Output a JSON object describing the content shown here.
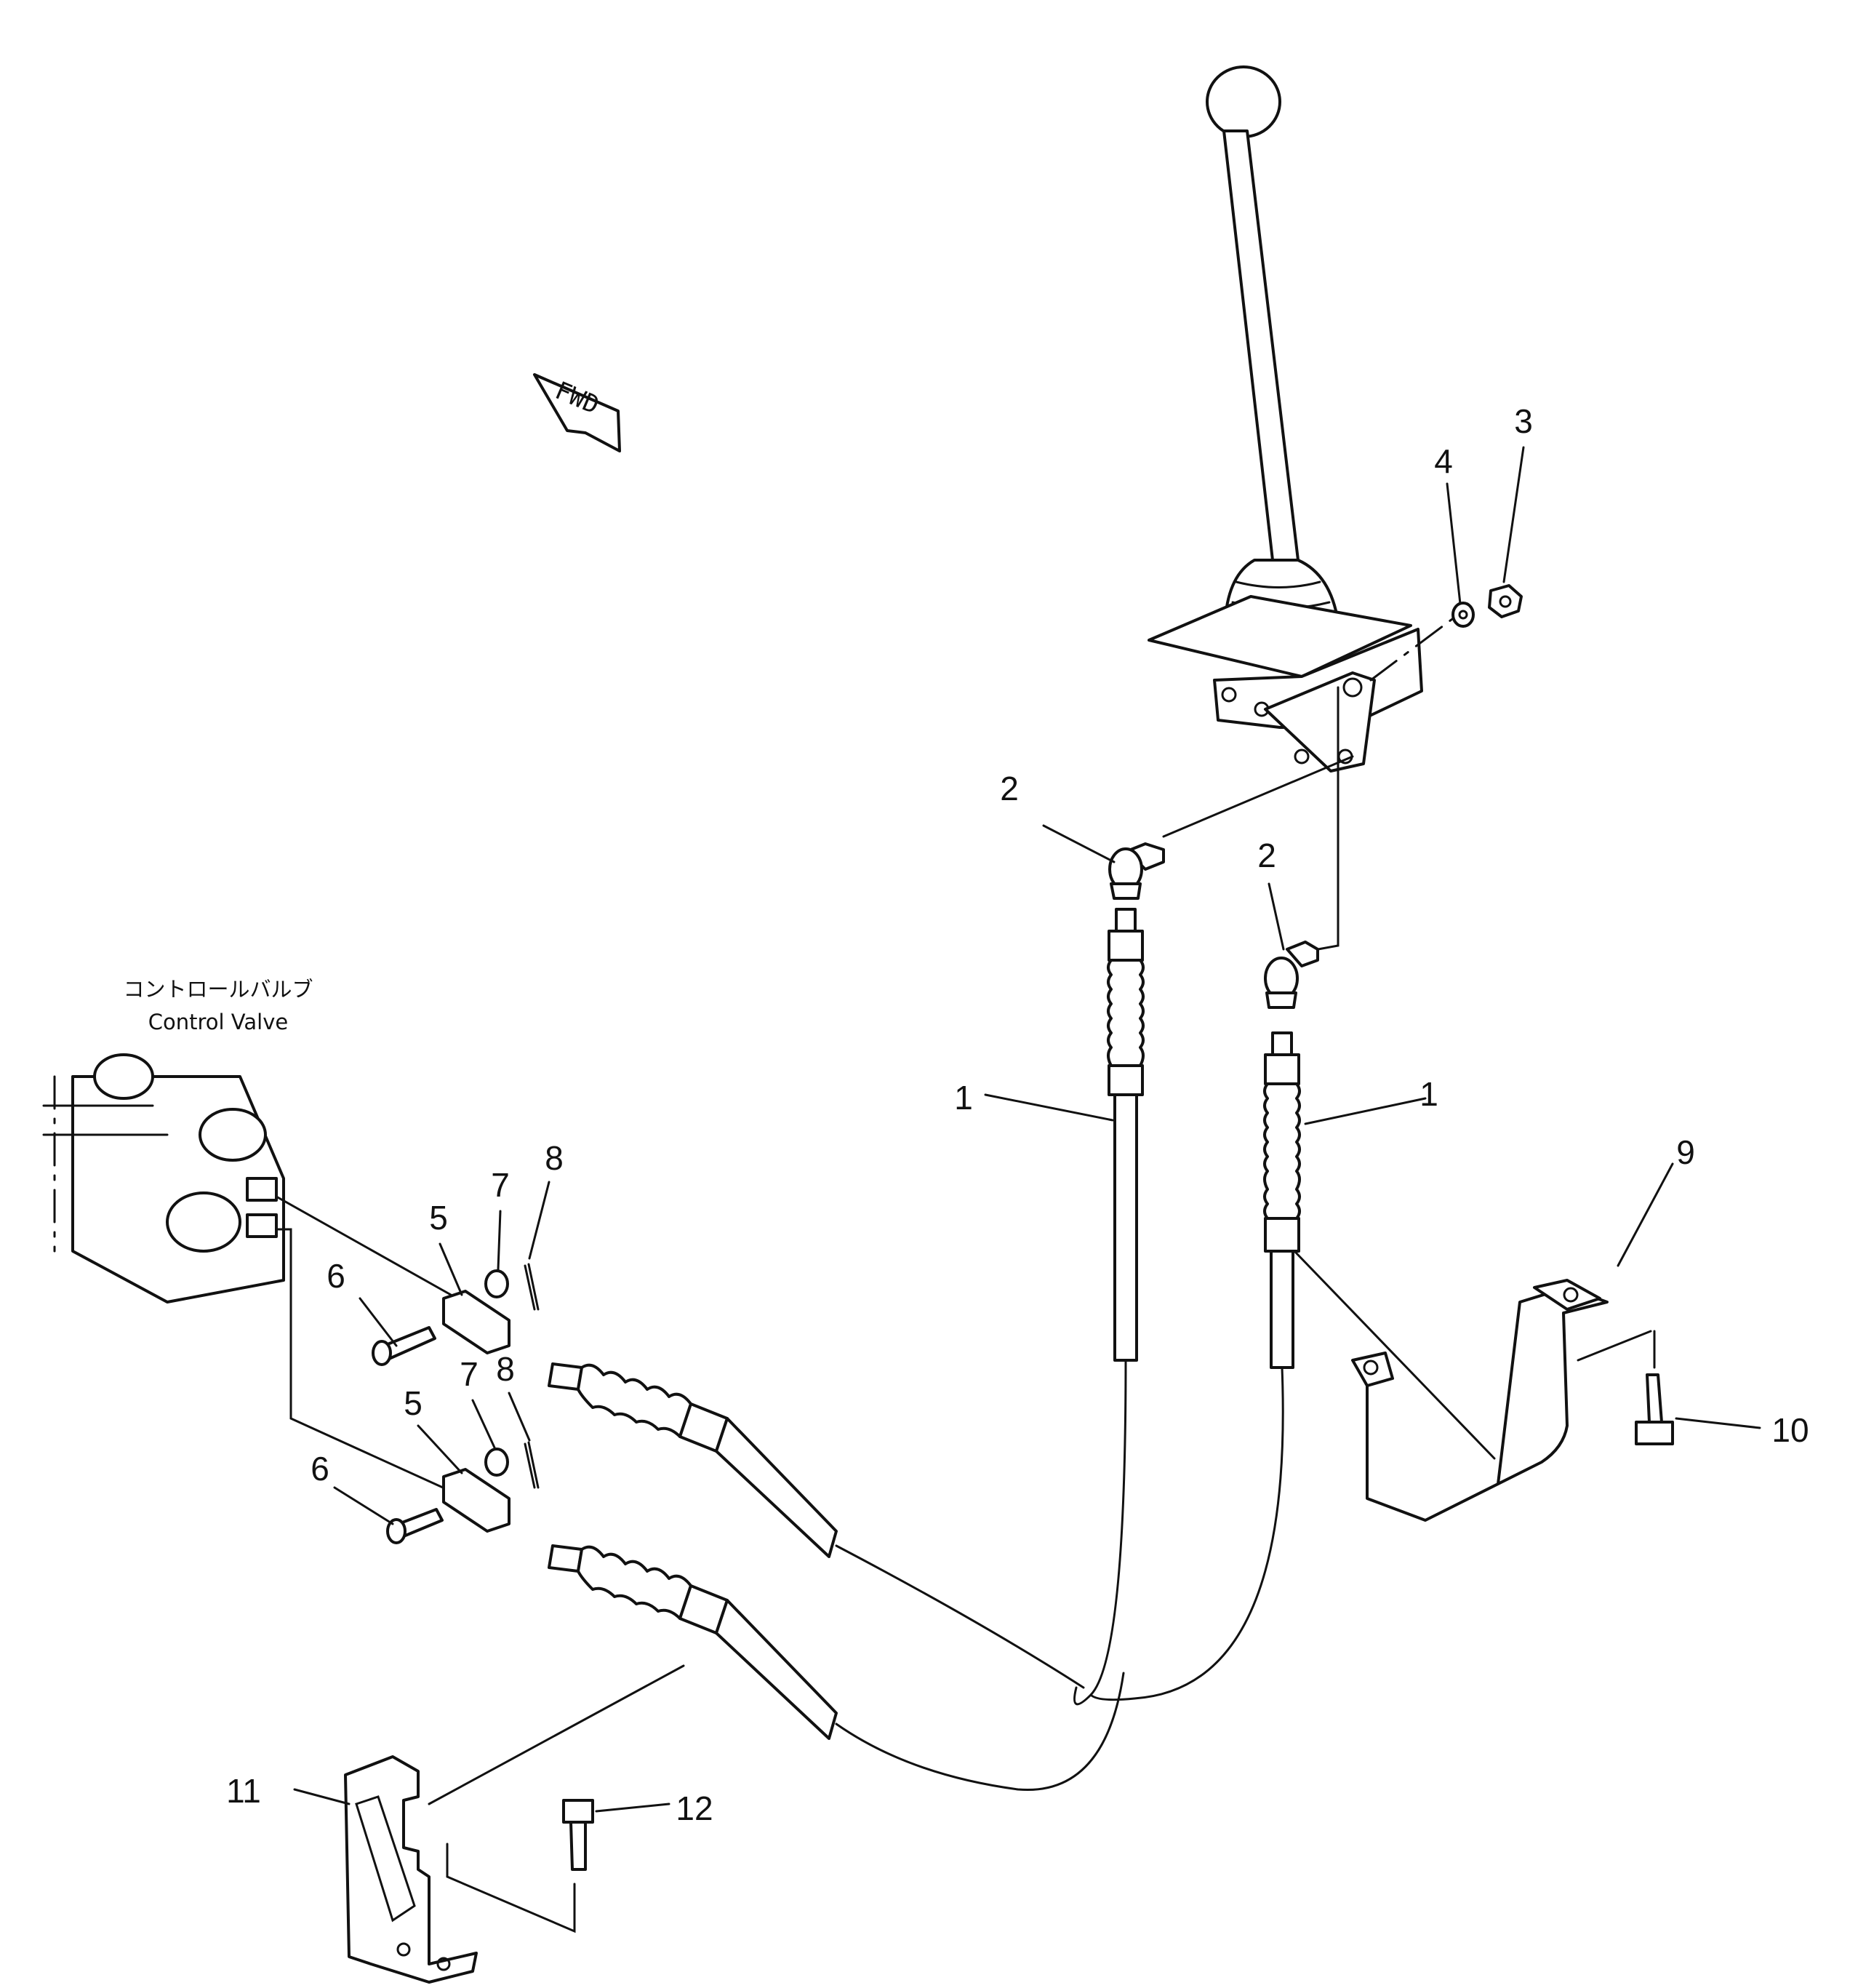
{
  "control_valve": {
    "label_jp": "コントロールバルブ",
    "label_en": "Control Valve"
  },
  "direction_marker": {
    "text": "FWD"
  },
  "callouts": {
    "c1a": "1",
    "c1b": "1",
    "c2a": "2",
    "c2b": "2",
    "c3": "3",
    "c4": "4",
    "c5a": "5",
    "c5b": "5",
    "c6a": "6",
    "c6b": "6",
    "c7a": "7",
    "c7b": "7",
    "c8a": "8",
    "c8b": "8",
    "c9": "9",
    "c10": "10",
    "c11": "11",
    "c12": "12"
  }
}
